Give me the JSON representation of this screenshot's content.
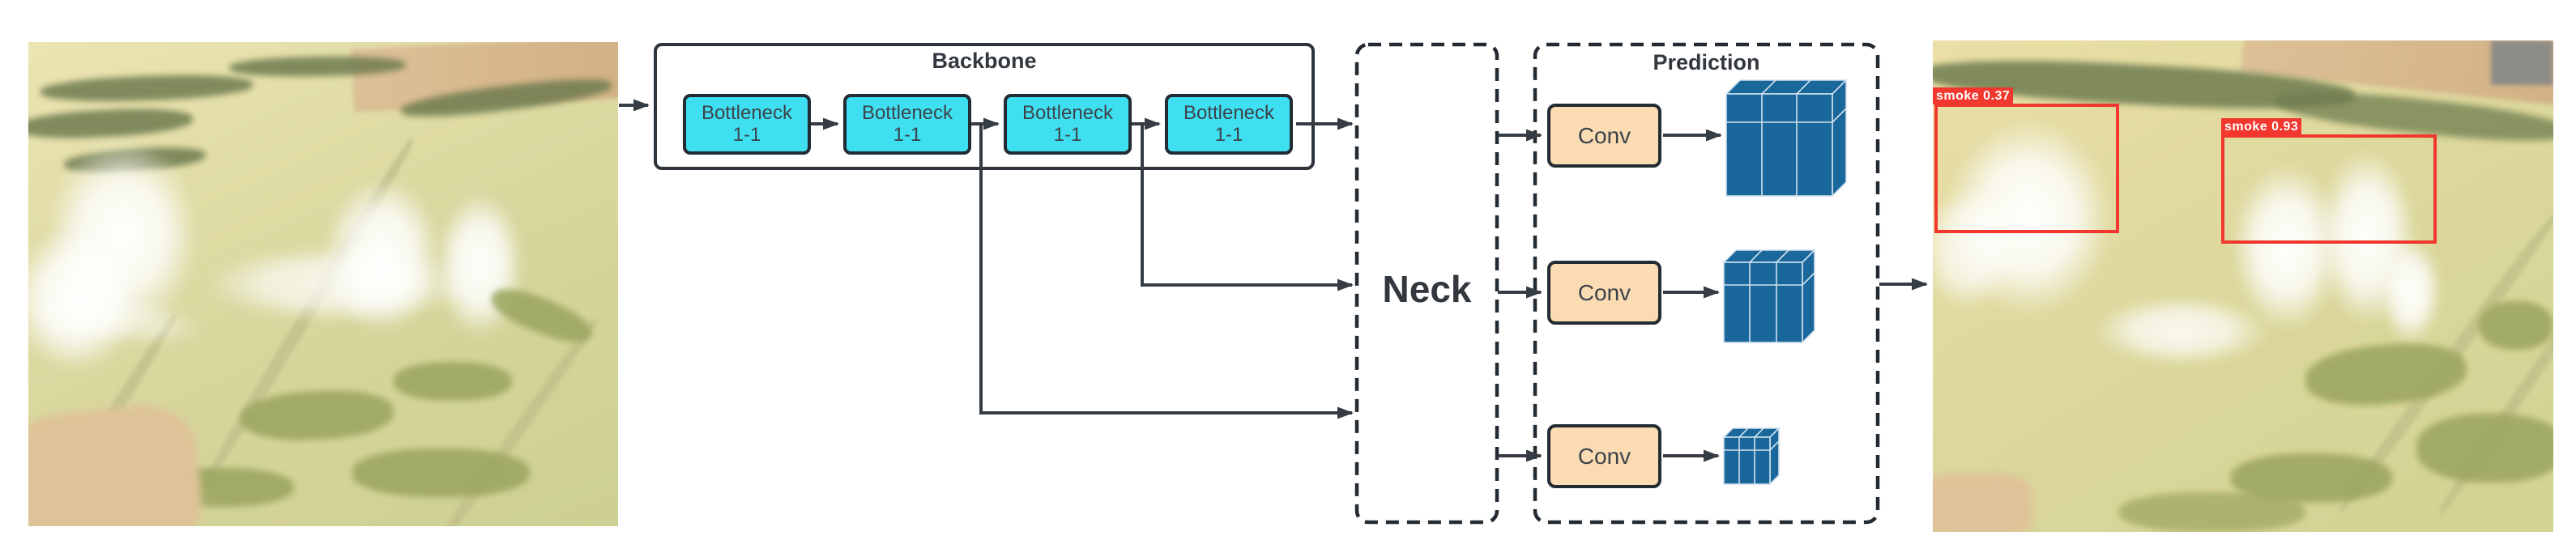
{
  "figure": {
    "description": "Object-detection network architecture diagram with input field photo, backbone, neck, prediction head and detected smoke output photo"
  },
  "backbone": {
    "title": "Backbone",
    "blocks": [
      {
        "line1": "Bottleneck",
        "line2": "1-1"
      },
      {
        "line1": "Bottleneck",
        "line2": "1-1"
      },
      {
        "line1": "Bottleneck",
        "line2": "1-1"
      },
      {
        "line1": "Bottleneck",
        "line2": "1-1"
      }
    ]
  },
  "neck": {
    "label": "Neck"
  },
  "prediction": {
    "title": "Prediction",
    "conv_blocks": [
      {
        "label": "Conv"
      },
      {
        "label": "Conv"
      },
      {
        "label": "Conv"
      }
    ]
  },
  "output_image": {
    "detections": [
      {
        "label": "smoke 0.37"
      },
      {
        "label": "smoke 0.93"
      }
    ]
  },
  "colors": {
    "bottleneck_fill": "#3FDFF2",
    "conv_fill": "#FBDCB2",
    "cube_fill": "#19679B",
    "line_dark": "#363C44",
    "detection_red": "#F2372E",
    "field_yellow": "#D6D59B"
  }
}
